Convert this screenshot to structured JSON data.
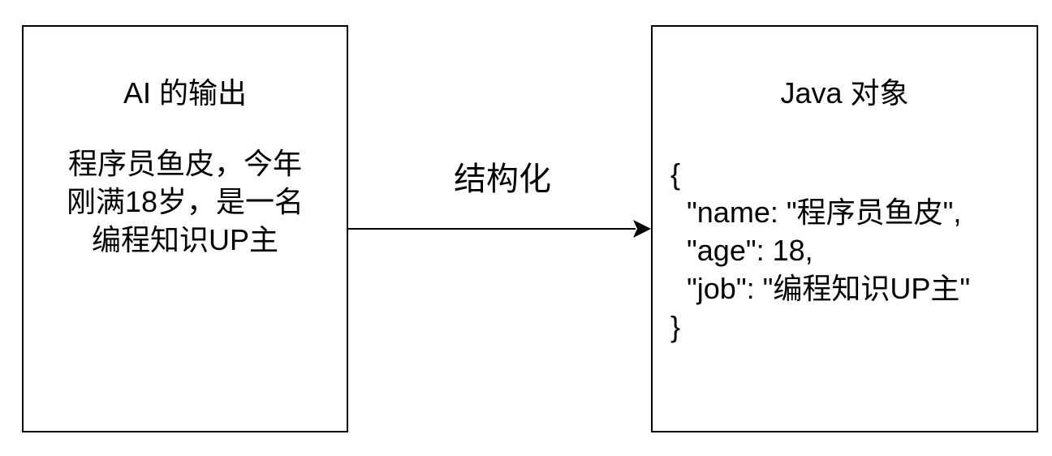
{
  "source": {
    "title": "AI 的输出",
    "lines": [
      "程序员鱼皮，今年",
      "刚满18岁，是一名",
      "编程知识UP主"
    ]
  },
  "edge": {
    "label": "结构化"
  },
  "target": {
    "title": "Java 对象",
    "lines": [
      "{",
      "  \"name: \"程序员鱼皮\",",
      "  \"age\": 18,",
      "  \"job\": \"编程知识UP主\"",
      "}"
    ]
  },
  "colors": {
    "stroke": "#000000",
    "background": "#ffffff",
    "text": "#000000"
  }
}
